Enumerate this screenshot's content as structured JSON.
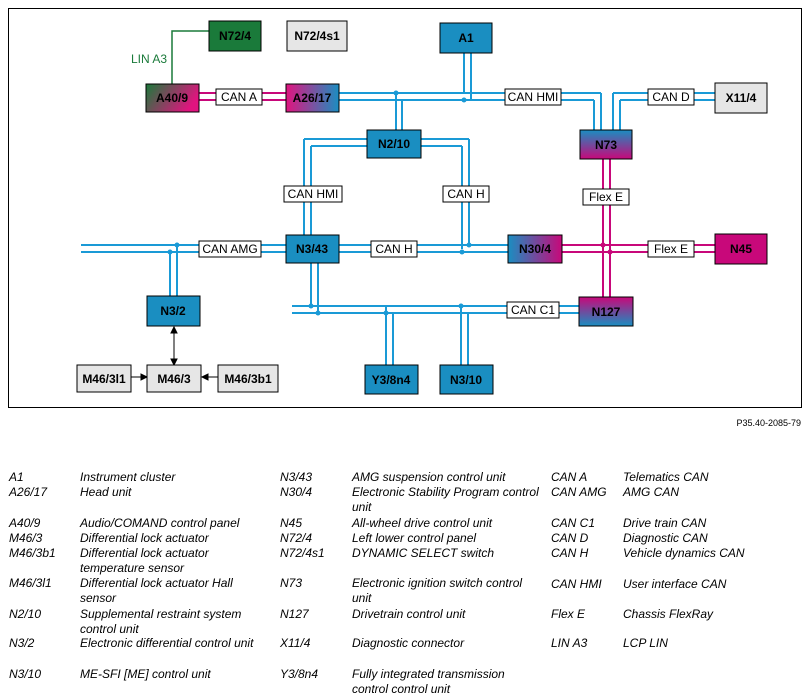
{
  "figure_ref": "P35.40-2085-79",
  "nodes": [
    {
      "id": "N72/4",
      "label": "N72/4",
      "fill": "#1a7a3a"
    },
    {
      "id": "N72/4s1",
      "label": "N72/4s1",
      "fill": "#e6e6e6"
    },
    {
      "id": "A1",
      "label": "A1",
      "fill": "#1a8ec1"
    },
    {
      "id": "A40/9",
      "label": "A40/9",
      "fill": "gradient-green-magenta"
    },
    {
      "id": "A26/17",
      "label": "A26/17",
      "fill": "gradient-magenta-blue"
    },
    {
      "id": "X11/4",
      "label": "X11/4",
      "fill": "#e6e6e6"
    },
    {
      "id": "N2/10",
      "label": "N2/10",
      "fill": "#1a8ec1"
    },
    {
      "id": "N73",
      "label": "N73",
      "fill": "gradient-blue-magenta"
    },
    {
      "id": "N3/43",
      "label": "N3/43",
      "fill": "#1a8ec1"
    },
    {
      "id": "N30/4",
      "label": "N30/4",
      "fill": "gradient-blue-magenta"
    },
    {
      "id": "N45",
      "label": "N45",
      "fill": "#c8087a"
    },
    {
      "id": "N3/2",
      "label": "N3/2",
      "fill": "#1a8ec1"
    },
    {
      "id": "N127",
      "label": "N127",
      "fill": "gradient-magenta-blue"
    },
    {
      "id": "M46/3l1",
      "label": "M46/3l1",
      "fill": "#e6e6e6"
    },
    {
      "id": "M46/3",
      "label": "M46/3",
      "fill": "#e6e6e6"
    },
    {
      "id": "M46/3b1",
      "label": "M46/3b1",
      "fill": "#e6e6e6"
    },
    {
      "id": "Y3/8n4",
      "label": "Y3/8n4",
      "fill": "#1a8ec1"
    },
    {
      "id": "N3/10",
      "label": "N3/10",
      "fill": "#1a8ec1"
    }
  ],
  "bus_labels": [
    {
      "id": "lin-a3",
      "text": "LIN A3"
    },
    {
      "id": "can-a",
      "text": "CAN A"
    },
    {
      "id": "can-hmi-top",
      "text": "CAN HMI"
    },
    {
      "id": "can-d",
      "text": "CAN D"
    },
    {
      "id": "can-hmi-left",
      "text": "CAN HMI"
    },
    {
      "id": "can-h-right",
      "text": "CAN H"
    },
    {
      "id": "flex-e-vert",
      "text": "Flex E"
    },
    {
      "id": "can-amg",
      "text": "CAN AMG"
    },
    {
      "id": "can-h-mid",
      "text": "CAN H"
    },
    {
      "id": "flex-e-horiz",
      "text": "Flex E"
    },
    {
      "id": "can-c1",
      "text": "CAN C1"
    }
  ],
  "colors": {
    "can_bus": "#1a9ad6",
    "flexray": "#c8087a",
    "lin": "#1a7a3a",
    "ecu_blue": "#1a8ec1",
    "grey_box": "#e6e6e6"
  },
  "legend": {
    "col1": [
      {
        "code": "A1",
        "desc": "Instrument cluster"
      },
      {
        "code": "A26/17",
        "desc": "Head unit"
      },
      {
        "code": "A40/9",
        "desc": "Audio/COMAND control panel"
      },
      {
        "code": "M46/3",
        "desc": "Differential lock actuator"
      },
      {
        "code": "M46/3b1",
        "desc": "Differential lock actuator temperature sensor"
      },
      {
        "code": "M46/3l1",
        "desc": "Differential lock actuator Hall sensor"
      },
      {
        "code": "N2/10",
        "desc": "Supplemental restraint system control unit"
      },
      {
        "code": "N3/2",
        "desc": "Electronic differential control unit"
      },
      {
        "code": "N3/10",
        "desc": "ME-SFI [ME] control unit"
      }
    ],
    "col2": [
      {
        "code": "N3/43",
        "desc": "AMG suspension control unit"
      },
      {
        "code": "N30/4",
        "desc": "Electronic Stability Program control unit"
      },
      {
        "code": "N45",
        "desc": "All-wheel drive control unit"
      },
      {
        "code": "N72/4",
        "desc": "Left lower control panel"
      },
      {
        "code": "N72/4s1",
        "desc": "DYNAMIC SELECT switch"
      },
      {
        "code": "N73",
        "desc": "Electronic ignition switch control unit"
      },
      {
        "code": "N127",
        "desc": "Drivetrain control unit"
      },
      {
        "code": "X11/4",
        "desc": "Diagnostic connector"
      },
      {
        "code": "Y3/8n4",
        "desc": "Fully integrated transmission control control unit"
      }
    ],
    "col3": [
      {
        "code": "CAN A",
        "desc": "Telematics CAN"
      },
      {
        "code": "CAN AMG",
        "desc": "AMG CAN"
      },
      {
        "code": "CAN C1",
        "desc": "Drive train CAN"
      },
      {
        "code": "CAN D",
        "desc": "Diagnostic CAN"
      },
      {
        "code": "CAN H",
        "desc": "Vehicle dynamics CAN"
      },
      {
        "code": "CAN HMI",
        "desc": "User interface CAN"
      },
      {
        "code": "Flex E",
        "desc": "Chassis FlexRay"
      },
      {
        "code": "LIN A3",
        "desc": "LCP LIN"
      }
    ]
  }
}
